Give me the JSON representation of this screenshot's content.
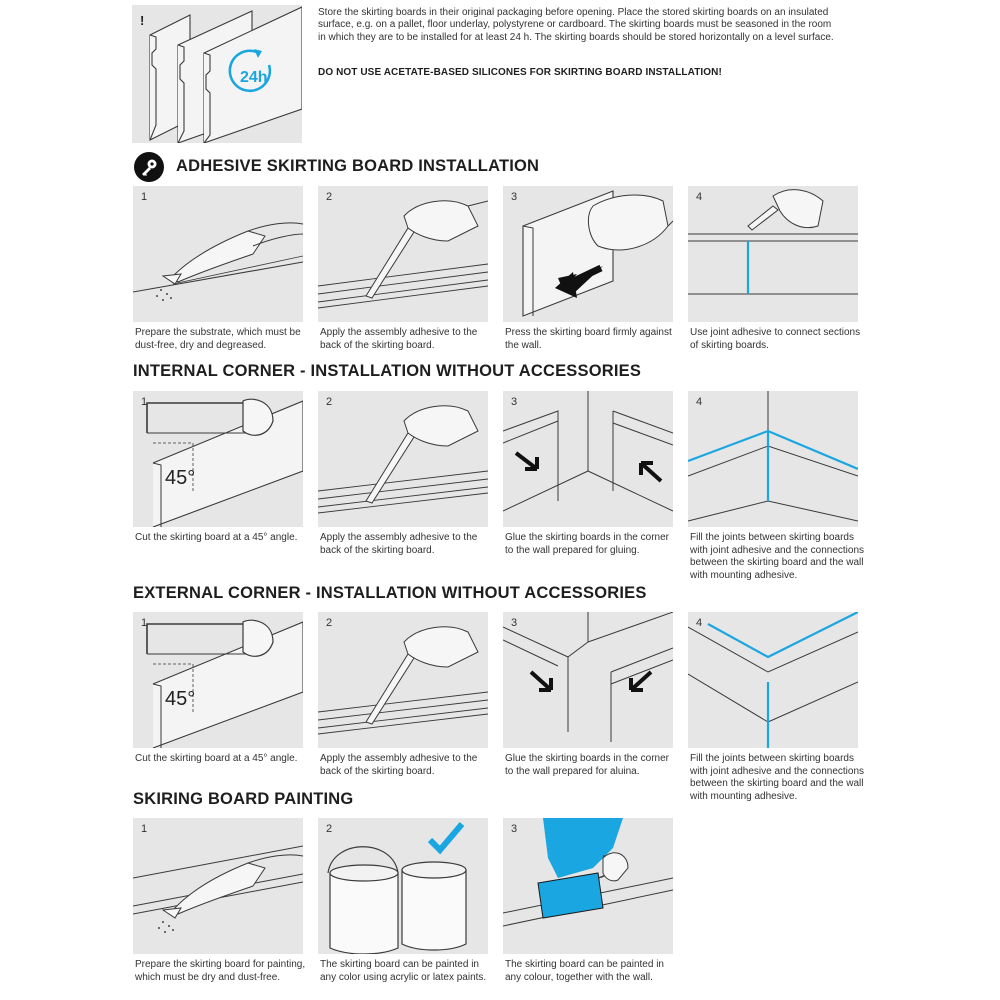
{
  "intro": {
    "text": "Store the skirting boards in their original packaging before opening. Place the stored skirting boards on an insulated surface, e.g. on a pallet, floor underlay, polystyrene or cardboard. The skirting boards must be seasoned in the room in which they are to be installed for at least 24 h. The skirting boards should be stored horizontally on a level surface.",
    "warning": "DO NOT USE ACETATE-BASED SILICONES FOR SKIRTING BOARD INSTALLATION!",
    "panel_mark": "!",
    "badge_24h": "24h"
  },
  "adhesive": {
    "title": "ADHESIVE SKIRTING BOARD INSTALLATION",
    "steps": [
      {
        "num": "1",
        "caption": "Prepare the substrate, which must be dust-free, dry and degreased."
      },
      {
        "num": "2",
        "caption": "Apply the assembly adhesive to the back of the skirting board."
      },
      {
        "num": "3",
        "caption": "Press the skirting board firmly against the wall."
      },
      {
        "num": "4",
        "caption": "Use joint adhesive to connect sections of skirting boards."
      }
    ]
  },
  "internal": {
    "title": "INTERNAL CORNER - INSTALLATION WITHOUT ACCESSORIES",
    "angle": "45°",
    "steps": [
      {
        "num": "1",
        "caption": "Cut the skirting board at a 45° angle."
      },
      {
        "num": "2",
        "caption": "Apply the assembly adhesive to the back of the skirting board."
      },
      {
        "num": "3",
        "caption": "Glue the skirting boards in the corner to the wall prepared for gluing."
      },
      {
        "num": "4",
        "caption": "Fill the joints between skirting boards with joint adhesive and the connections between the skirting board and the wall with mounting adhesive."
      }
    ]
  },
  "external": {
    "title": "EXTERNAL CORNER - INSTALLATION WITHOUT ACCESSORIES",
    "angle": "45°",
    "steps": [
      {
        "num": "1",
        "caption": "Cut the skirting board at a 45° angle."
      },
      {
        "num": "2",
        "caption": "Apply the assembly adhesive to the back of the skirting board."
      },
      {
        "num": "3",
        "caption": "Glue the skirting boards in the corner to the wall prepared for aluina."
      },
      {
        "num": "4",
        "caption": "Fill the joints between skirting boards with joint adhesive and the connections between the skirting board and the wall with mounting adhesive."
      }
    ]
  },
  "painting": {
    "title": "SKIRING BOARD PAINTING",
    "steps": [
      {
        "num": "1",
        "caption": "Prepare the skirting board for painting, which must be dry and dust-free."
      },
      {
        "num": "2",
        "caption": "The skirting board can be painted in any color using acrylic or latex paints."
      },
      {
        "num": "3",
        "caption": "The skirting board can be painted in any colour, together with the wall."
      }
    ]
  },
  "colors": {
    "accent": "#1aa6e0",
    "panel": "#e6e6e6",
    "line": "#3a3a3a"
  }
}
